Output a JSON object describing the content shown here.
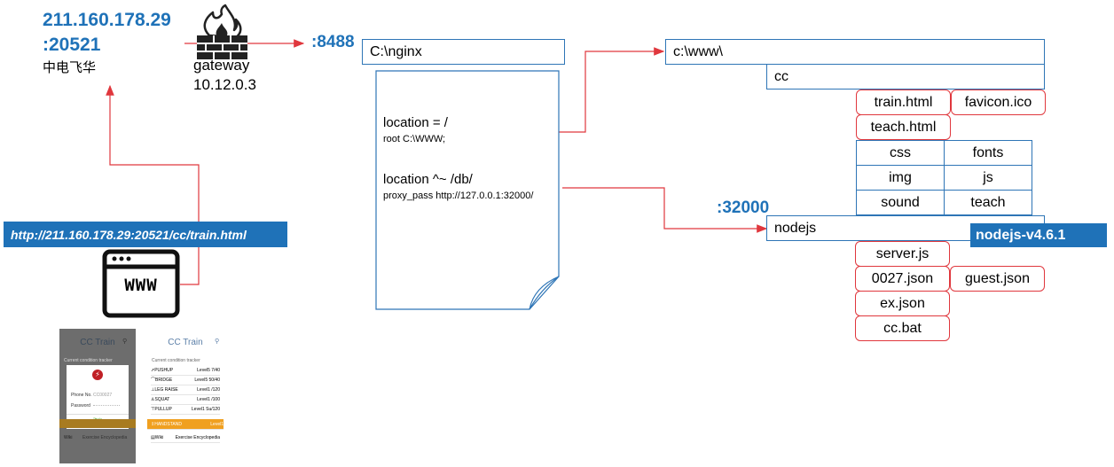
{
  "public": {
    "ip": "211.160.178.29",
    "port": ":20521",
    "location": "中电飞华"
  },
  "gateway": {
    "label": "gateway",
    "ip": "10.12.0.3"
  },
  "nginx": {
    "port": ":8488",
    "path": "C:\\nginx",
    "loc1": "location = /",
    "loc1_detail": "root  C:\\WWW;",
    "loc2": "location ^~ /db/",
    "loc2_detail": "proxy_pass http://127.0.0.1:32000/"
  },
  "www": {
    "path": "c:\\www\\",
    "cc": "cc",
    "files": [
      "train.html",
      "favicon.ico",
      "teach.html"
    ],
    "dirs": [
      "css",
      "fonts",
      "img",
      "js",
      "sound",
      "teach"
    ]
  },
  "node": {
    "port": ":32000",
    "dir": "nodejs",
    "version": "nodejs-v4.6.1",
    "files": [
      "server.js",
      "0027.json",
      "guest.json",
      "ex.json",
      "cc.bat"
    ]
  },
  "browser": {
    "url": "http://211.160.178.29:20521/cc/train.html",
    "icon_text": "WWW"
  },
  "app": {
    "title": "CC Train",
    "tracker_label": "Current condition tracker",
    "rows": [
      {
        "name": "PUSHUP",
        "level": "Level5",
        "value": "7/40"
      },
      {
        "name": "BRIDGE",
        "level": "Level5",
        "value": "50/40"
      },
      {
        "name": "LEG RAISE",
        "level": "Level1",
        "value": "/120"
      },
      {
        "name": "SQUAT",
        "level": "Level1",
        "value": "/100"
      },
      {
        "name": "PULLUP",
        "level": "Level1",
        "value": "Su/120"
      },
      {
        "name": "HANDSTAND",
        "level": "Level1",
        "value": ""
      },
      {
        "name": "Wiki",
        "level": "Exercise Encyclopedia",
        "value": ""
      }
    ],
    "login": {
      "phone_label": "Phone No.",
      "phone_value": "CC00027",
      "password_label": "Password",
      "submit": "确定"
    }
  },
  "colors": {
    "blue": "#2e75b6",
    "accent_blue": "#1f72b8",
    "red": "#e0373d",
    "orange": "#f0a020"
  }
}
